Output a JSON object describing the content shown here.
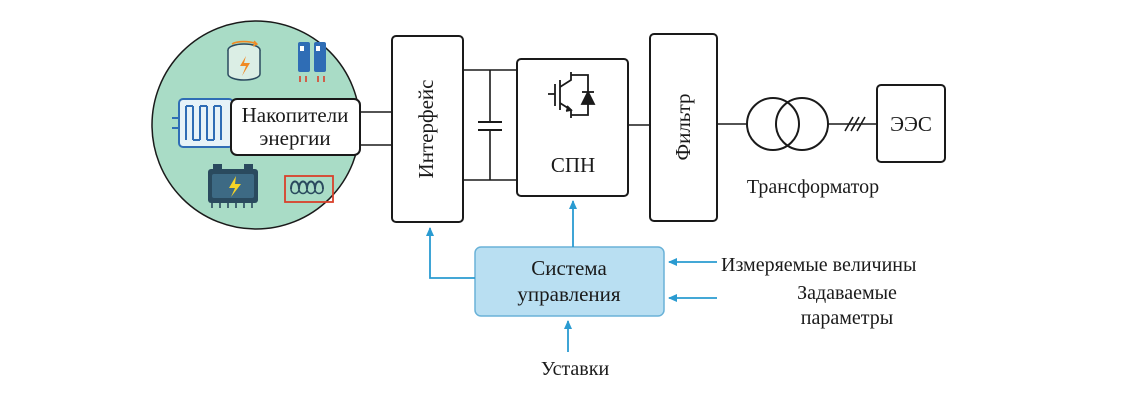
{
  "diagram": {
    "storage_label_line1": "Накопители",
    "storage_label_line2": "энергии",
    "interface_label": "Интерфейс",
    "converter_label": "СПН",
    "filter_label": "Фильтр",
    "transformer_label": "Трансформатор",
    "grid_label": "ЭЭС",
    "control_label_line1": "Система",
    "control_label_line2": "управления",
    "measured_label": "Измеряемые величины",
    "setparams_label_line1": "Задаваемые",
    "setparams_label_line2": "параметры",
    "setpoints_label": "Уставки"
  },
  "colors": {
    "line": "#1a1a1a",
    "signal": "#2a9bd1",
    "storage_circle_fill": "#a9dcc6",
    "control_box_fill": "#b9dff2",
    "control_box_stroke": "#6ab2d8",
    "icon_blue": "#2f6db5",
    "icon_dark": "#2a4a5e",
    "icon_orange": "#f08a24",
    "icon_red": "#d9412b"
  }
}
